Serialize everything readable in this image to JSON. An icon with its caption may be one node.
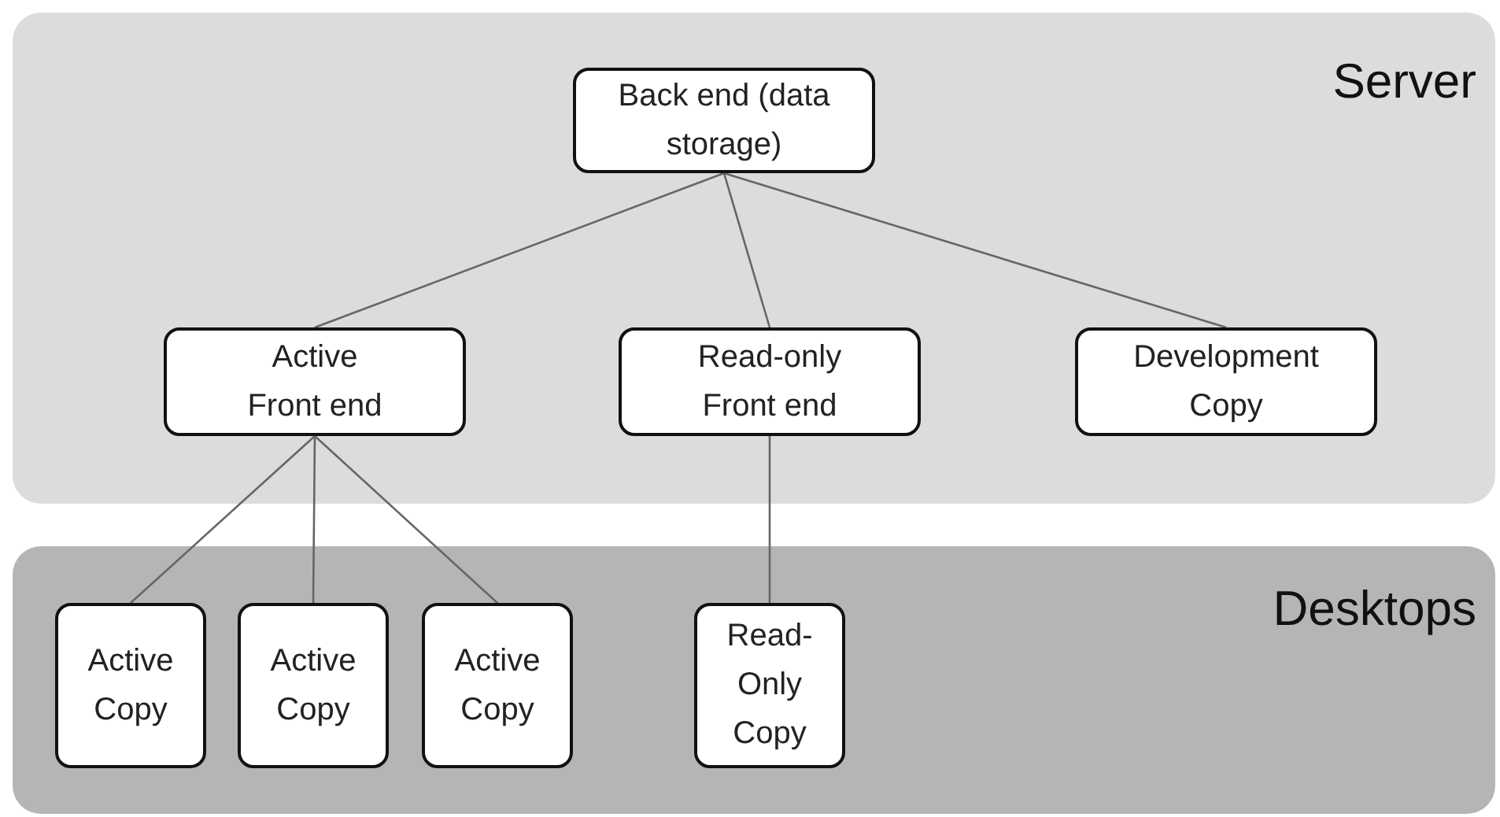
{
  "diagram": {
    "nodes": [
      {
        "text": [
          "Server"
        ]
      },
      {
        "text": [
          "Back end (data storage)"
        ],
        "in": 0
      },
      {
        "text": [
          "Active Front end"
        ],
        "in": 0
      },
      {
        "text": [
          "Read-only Front end"
        ],
        "in": 0
      },
      {
        "text": [
          "Development Copy"
        ],
        "in": 0
      },
      {
        "text": [
          "Desktops"
        ]
      },
      {
        "text": [
          "Active Copy"
        ],
        "in": 5
      },
      {
        "text": [
          "Active Copy"
        ],
        "in": 5
      },
      {
        "text": [
          "Active Copy"
        ],
        "in": 5
      },
      {
        "text": [
          "Read-Only Copy"
        ],
        "in": 5
      }
    ],
    "edges": [
      {
        "from": 1,
        "to": 2,
        "arrow": "none"
      },
      {
        "from": 1,
        "to": 3,
        "arrow": "none"
      },
      {
        "from": 1,
        "to": 4,
        "arrow": "none"
      },
      {
        "from": 2,
        "to": 6,
        "arrow": "none"
      },
      {
        "from": 2,
        "to": 7,
        "arrow": "none"
      },
      {
        "from": 2,
        "to": 8,
        "arrow": "none"
      },
      {
        "from": 3,
        "to": 9,
        "arrow": "none"
      }
    ]
  }
}
